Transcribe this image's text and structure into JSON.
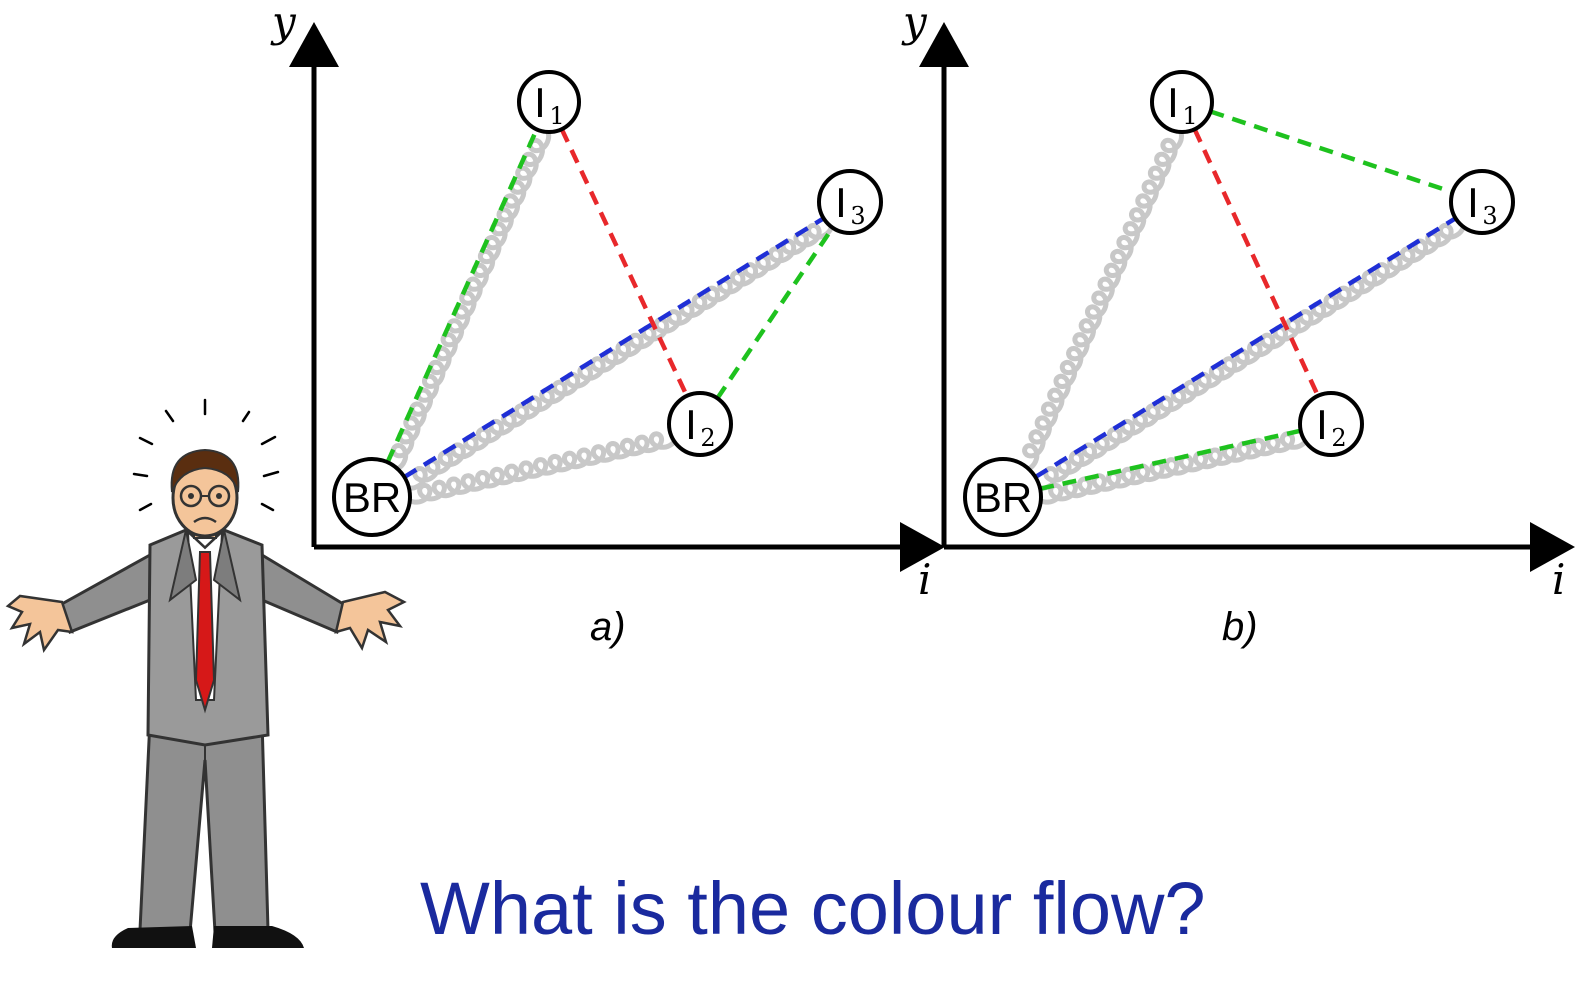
{
  "question": "What is the colour flow?",
  "axis_labels": {
    "y": "y",
    "x": "i"
  },
  "colors": {
    "red": "#e8282b",
    "green": "#1ec21e",
    "blue": "#1f2fd6",
    "spring": "#c8c8c8",
    "question": "#1a2a9e"
  },
  "panels": [
    {
      "label": "a)",
      "nodes": [
        {
          "id": "BR",
          "text": "BR",
          "sub": ""
        },
        {
          "id": "I1",
          "text": "I",
          "sub": "1"
        },
        {
          "id": "I2",
          "text": "I",
          "sub": "2"
        },
        {
          "id": "I3",
          "text": "I",
          "sub": "3"
        }
      ],
      "gluons": [
        [
          "BR",
          "I1"
        ],
        [
          "BR",
          "I3"
        ],
        [
          "BR",
          "I2"
        ]
      ],
      "colour_lines": [
        {
          "from": "BR",
          "to": "I1",
          "color": "green"
        },
        {
          "from": "BR",
          "to": "I3",
          "color": "blue"
        },
        {
          "from": "I1",
          "to": "I2",
          "color": "red"
        },
        {
          "from": "I2",
          "to": "I3",
          "color": "green"
        }
      ]
    },
    {
      "label": "b)",
      "nodes": [
        {
          "id": "BR",
          "text": "BR",
          "sub": ""
        },
        {
          "id": "I1",
          "text": "I",
          "sub": "1"
        },
        {
          "id": "I2",
          "text": "I",
          "sub": "2"
        },
        {
          "id": "I3",
          "text": "I",
          "sub": "3"
        }
      ],
      "gluons": [
        [
          "BR",
          "I1"
        ],
        [
          "BR",
          "I3"
        ],
        [
          "BR",
          "I2"
        ]
      ],
      "colour_lines": [
        {
          "from": "I1",
          "to": "I3",
          "color": "green"
        },
        {
          "from": "BR",
          "to": "I3",
          "color": "blue"
        },
        {
          "from": "I1",
          "to": "I2",
          "color": "red"
        },
        {
          "from": "BR",
          "to": "I2",
          "color": "green"
        }
      ]
    }
  ]
}
